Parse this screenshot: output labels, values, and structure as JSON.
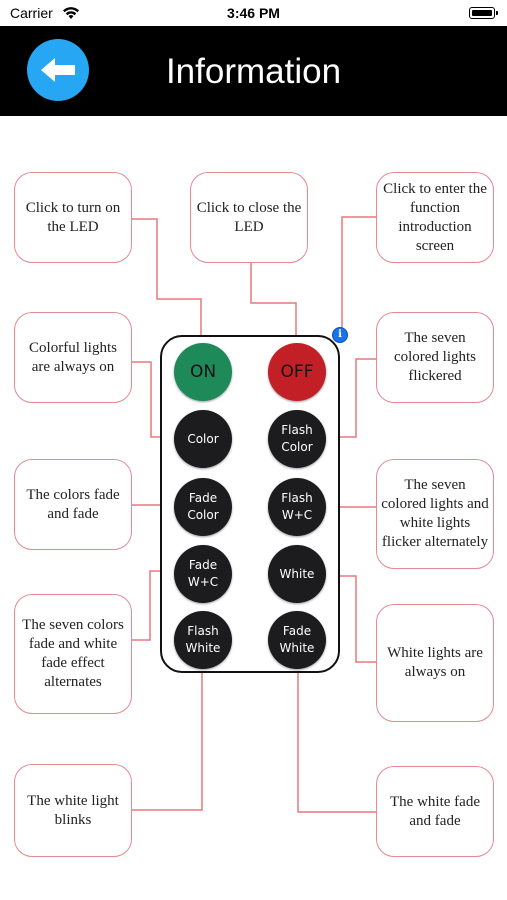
{
  "status_bar": {
    "carrier": "Carrier",
    "time": "3:46 PM"
  },
  "header": {
    "title": "Information",
    "back_icon": "arrow-left-icon"
  },
  "remote": {
    "buttons": [
      {
        "id": "on",
        "line1": "ON",
        "line2": ""
      },
      {
        "id": "off",
        "line1": "OFF",
        "line2": ""
      },
      {
        "id": "color",
        "line1": "Color",
        "line2": ""
      },
      {
        "id": "flash-color",
        "line1": "Flash",
        "line2": "Color"
      },
      {
        "id": "fade-color",
        "line1": "Fade",
        "line2": "Color"
      },
      {
        "id": "flash-wc",
        "line1": "Flash",
        "line2": "W+C"
      },
      {
        "id": "fade-wc",
        "line1": "Fade",
        "line2": "W+C"
      },
      {
        "id": "white",
        "line1": "White",
        "line2": ""
      },
      {
        "id": "flash-white",
        "line1": "Flash",
        "line2": "White"
      },
      {
        "id": "fade-white",
        "line1": "Fade",
        "line2": "White"
      }
    ],
    "info_icon": "i"
  },
  "bubbles": {
    "turn_on": "Click to turn on the LED",
    "close": "Click to close the LED",
    "enter": "Click to enter the function introduction screen",
    "colorful": "Colorful lights are always on",
    "seven_flicker": "The seven colored lights flickered",
    "colors_fade": "The colors fade and fade",
    "seven_white_flicker": "The seven colored lights and white lights flicker alternately",
    "seven_fade": "The seven colors fade and white fade effect alternates",
    "white_on": "White  lights are always on",
    "white_blinks": "The white light blinks",
    "white_fade": "The white fade and fade"
  },
  "colors": {
    "nav_bg": "#000000",
    "back_button": "#27a6f3",
    "bubble_border": "#e38b8e",
    "on_button": "#1e8a5a",
    "off_button": "#c22026"
  }
}
